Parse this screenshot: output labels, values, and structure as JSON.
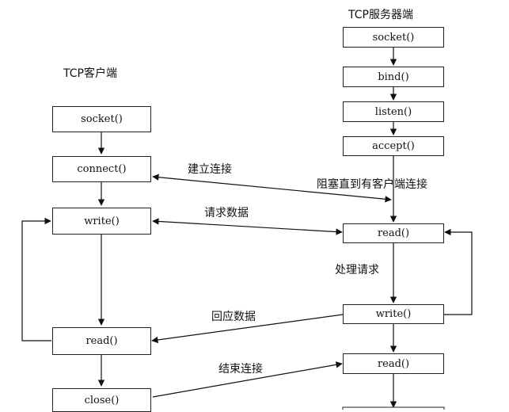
{
  "client": {
    "title": "TCP客户端",
    "boxes": {
      "socket": "socket()",
      "connect": "connect()",
      "write": "write()",
      "read": "read()",
      "close": "close()"
    }
  },
  "server": {
    "title": "TCP服务器端",
    "boxes": {
      "socket": "socket()",
      "bind": "bind()",
      "listen": "listen()",
      "accept": "accept()",
      "read1": "read()",
      "write": "write()",
      "read2": "read()"
    }
  },
  "edges": {
    "establish": "建立连接",
    "block": "阻塞直到有客户端连接",
    "request": "请求数据",
    "process": "处理请求",
    "response": "回应数据",
    "end": "结束连接"
  }
}
